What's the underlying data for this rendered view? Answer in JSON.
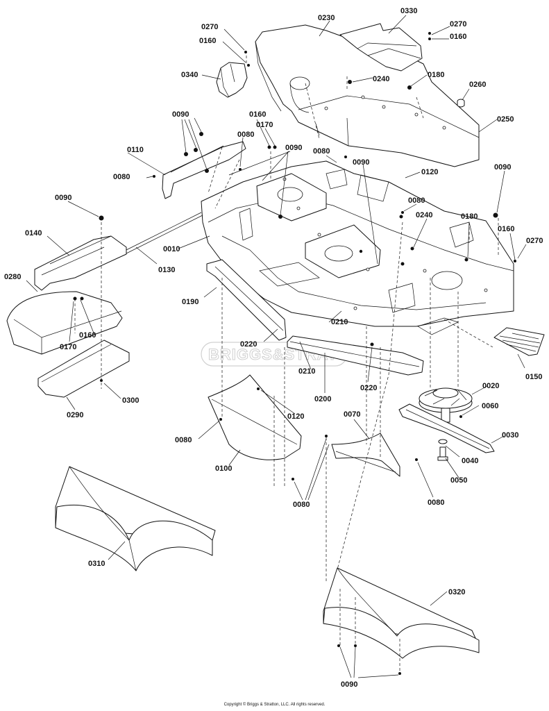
{
  "watermark": "BRIGGS&STRATTON",
  "copyright": "Copyright © Briggs & Stratton, LLC. All rights reserved.",
  "callouts": {
    "c0230": "0230",
    "c0330": "0330",
    "c0270a": "0270",
    "c0160a": "0160",
    "c0270b": "0270",
    "c0160b": "0160",
    "c0340": "0340",
    "c0240a": "0240",
    "c0180a": "0180",
    "c0260": "0260",
    "c0250": "0250",
    "c0090a": "0090",
    "c0160c": "0160",
    "c0170a": "0170",
    "c0080a": "0080",
    "c0090b": "0090",
    "c0080b": "0080",
    "c0090c": "0090",
    "c0110": "0110",
    "c0080c": "0080",
    "c0120a": "0120",
    "c0090d": "0090",
    "c0090e": "0090",
    "c0080d": "0080",
    "c0240b": "0240",
    "c0180b": "0180",
    "c0160d": "0160",
    "c0270c": "0270",
    "c0140": "0140",
    "c0010": "0010",
    "c0130": "0130",
    "c0280": "0280",
    "c0190": "0190",
    "c0170b": "0170",
    "c0160e": "0160",
    "c0220a": "0220",
    "c0210a": "0210",
    "c0210b": "0210",
    "c0220b": "0220",
    "c0200": "0200",
    "c0150": "0150",
    "c0290": "0290",
    "c0300": "0300",
    "c0120b": "0120",
    "c0020": "0020",
    "c0060": "0060",
    "c0070": "0070",
    "c0030": "0030",
    "c0080e": "0080",
    "c0100": "0100",
    "c0040": "0040",
    "c0050": "0050",
    "c0080f": "0080",
    "c0080g": "0080",
    "c0310": "0310",
    "c0320": "0320",
    "c0090f": "0090"
  }
}
